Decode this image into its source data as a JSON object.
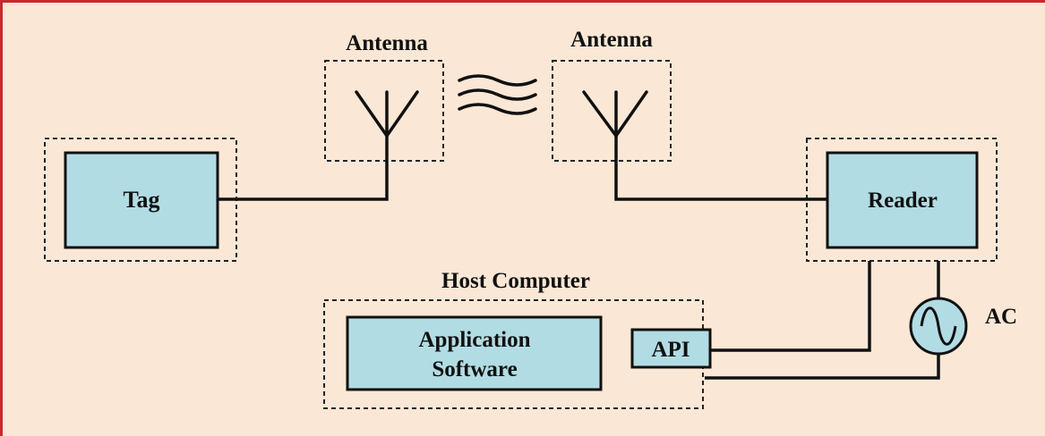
{
  "colors": {
    "background": "#fbe7d5",
    "frame_border": "#c8282e",
    "box_fill": "#b2dce3",
    "line": "#111111"
  },
  "diagram": {
    "tag": {
      "label": "Tag"
    },
    "reader": {
      "label": "Reader"
    },
    "tag_antenna": {
      "label": "Antenna",
      "icon": "antenna-icon"
    },
    "reader_antenna": {
      "label": "Antenna",
      "icon": "antenna-icon"
    },
    "radio_waves": {
      "icon": "radio-waves-icon"
    },
    "host_computer": {
      "label": "Host Computer"
    },
    "application_software": {
      "label_line1": "Application",
      "label_line2": "Software"
    },
    "api": {
      "label": "API"
    },
    "ac_source": {
      "label": "AC",
      "icon": "ac-sine-icon"
    }
  }
}
